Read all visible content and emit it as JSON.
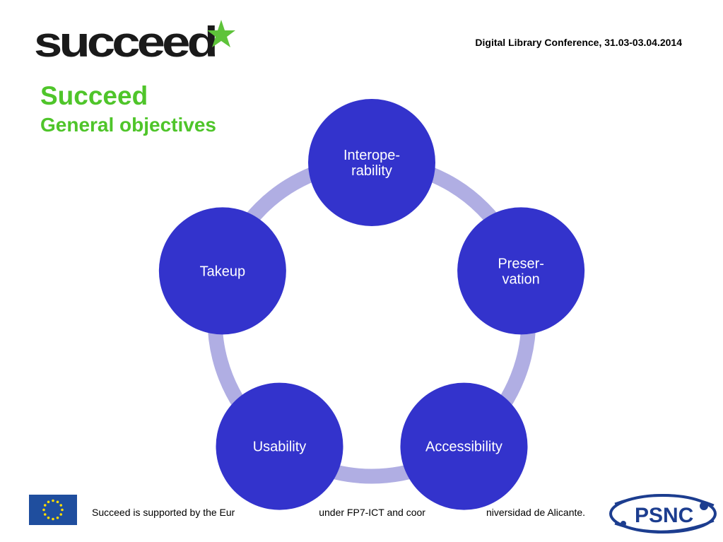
{
  "header": {
    "logo_text": "succeed",
    "conference": "Digital Library Conference, 31.03-03.04.2014"
  },
  "slide": {
    "title": "Succeed",
    "subtitle": "General objectives"
  },
  "diagram": {
    "nodes": [
      {
        "lines": [
          "Interope-",
          "rability"
        ]
      },
      {
        "lines": [
          "Preser-",
          "vation"
        ]
      },
      {
        "lines": [
          "Accessibility"
        ]
      },
      {
        "lines": [
          "Usability"
        ]
      },
      {
        "lines": [
          "Takeup"
        ]
      }
    ],
    "colors": {
      "node": "#3333cc",
      "ring": "#b0aee3"
    }
  },
  "footer": {
    "support_text": "Succeed is supported by the Eur",
    "support_text_2": " under FP7-ICT and coor",
    "support_text_3": "niversidad de Alicante.",
    "partner_logo_text": "PSNC"
  },
  "icons": {
    "eu": "eu-flag-icon",
    "psnc": "psnc-logo-icon"
  },
  "colors": {
    "accent": "#4fc52a",
    "text": "#000000"
  }
}
